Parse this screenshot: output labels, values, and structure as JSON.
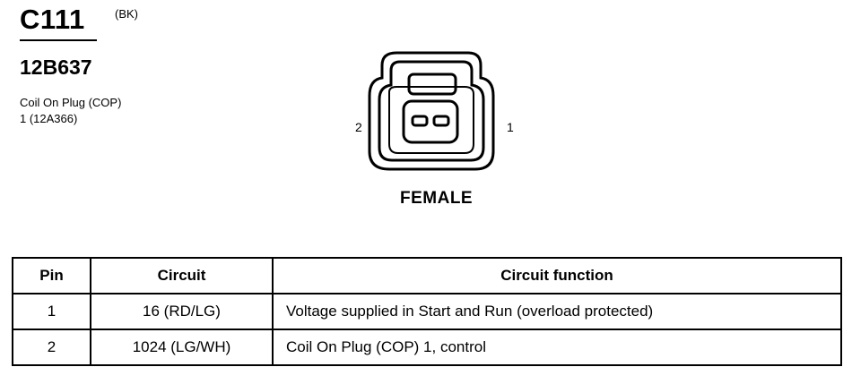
{
  "connector": {
    "id": "C111",
    "color": "(BK)",
    "part_number": "12B637",
    "description_line1": "Coil On Plug (COP)",
    "description_line2": "1 (12A366)",
    "pin_label_left": "2",
    "pin_label_right": "1",
    "gender": "FEMALE"
  },
  "table": {
    "headers": [
      "Pin",
      "Circuit",
      "Circuit function"
    ],
    "rows": [
      {
        "pin": "1",
        "circuit": "16 (RD/LG)",
        "function": "Voltage supplied in Start and Run (overload protected)"
      },
      {
        "pin": "2",
        "circuit": "1024 (LG/WH)",
        "function": "Coil On Plug (COP) 1, control"
      }
    ]
  }
}
